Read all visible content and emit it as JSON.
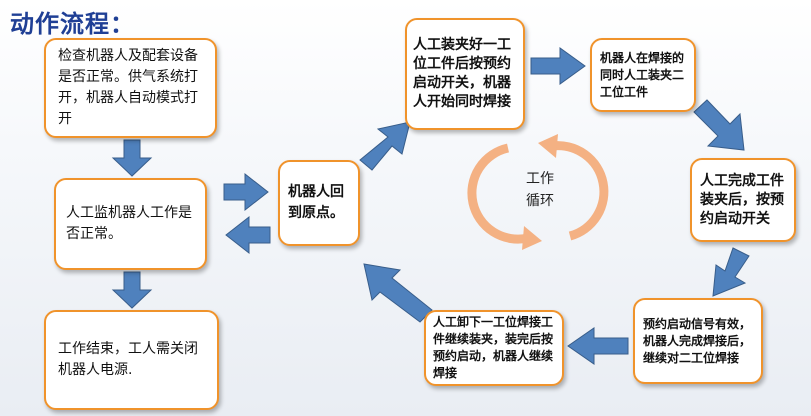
{
  "title": "动作流程：",
  "boxes": {
    "check": "检查机器人及配套设备是否正常。供气系统打开，机器人自动模式打开",
    "monitor": "人工监机器人工作是否正常。",
    "end": "工作结束，工人需关闭机器人电源.",
    "return": "机器人回到原点。",
    "load1": "人工装夹好一工位工件后按预约启动开关，机器人开始同时焊接",
    "weld1": "机器人在焊接的同时人工装夹二工位工件",
    "finish": "人工完成工件装夹后，按预约启动开关",
    "signal": "预约启动信号有效，机器人完成焊接后，继续对二工位焊接",
    "unload": "人工卸下一工位焊接工件继续装夹，装完后按预约启动，机器人继续焊接"
  },
  "cycle": {
    "line1": "工作",
    "line2": "循环"
  },
  "colors": {
    "title": "#1f3f95",
    "box_border": "#f0932b",
    "arrow_fill": "#4f81bd",
    "arrow_stroke": "#385d8a",
    "cycle_arrow": "#f4b183"
  }
}
